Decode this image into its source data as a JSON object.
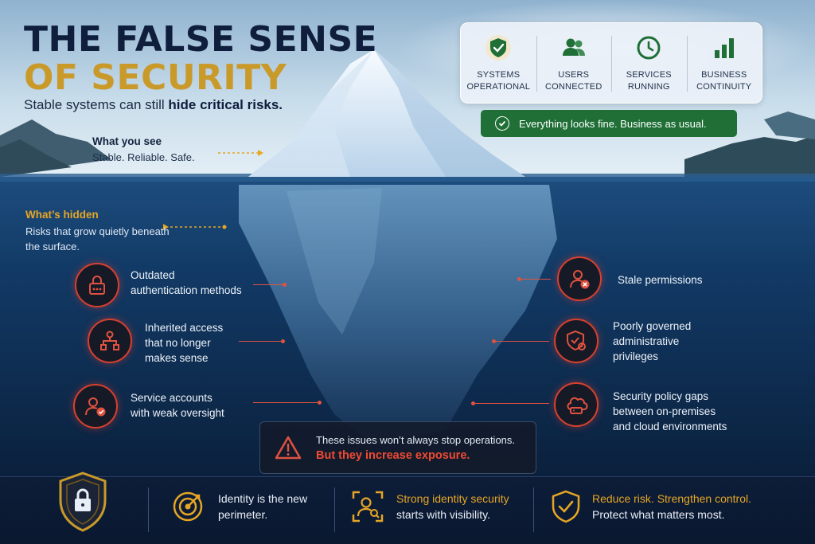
{
  "title": {
    "line1": "THE FALSE SENSE",
    "line2": "OF SECURITY"
  },
  "subtitle": {
    "plain": "Stable systems can still ",
    "bold": "hide critical risks."
  },
  "visible": {
    "heading": "What you see",
    "text": "Stable. Reliable. Safe."
  },
  "hidden": {
    "heading": "What’s hidden",
    "text": "Risks that grow quietly beneath the surface."
  },
  "status_panel": {
    "items": [
      {
        "icon": "shield-check-icon",
        "line1": "SYSTEMS",
        "line2": "OPERATIONAL"
      },
      {
        "icon": "users-icon",
        "line1": "USERS",
        "line2": "CONNECTED"
      },
      {
        "icon": "clock-icon",
        "line1": "SERVICES",
        "line2": "RUNNING"
      },
      {
        "icon": "bar-chart-icon",
        "line1": "BUSINESS",
        "line2": "CONTINUITY"
      }
    ],
    "banner": "Everything looks fine. Business as usual."
  },
  "risks_left": [
    {
      "icon": "lock-password-icon",
      "line1": "Outdated",
      "line2": "authentication methods"
    },
    {
      "icon": "hierarchy-icon",
      "line1": "Inherited access",
      "line2": "that no longer",
      "line3": "makes sense"
    },
    {
      "icon": "user-check-icon",
      "line1": "Service accounts",
      "line2": "with weak oversight"
    }
  ],
  "risks_right": [
    {
      "icon": "user-x-icon",
      "line1": "Stale permissions"
    },
    {
      "icon": "shield-gear-icon",
      "line1": "Poorly governed",
      "line2": "administrative",
      "line3": "privileges"
    },
    {
      "icon": "cloud-server-icon",
      "line1": "Security policy gaps",
      "line2": "between on-premises",
      "line3": "and cloud environments"
    }
  ],
  "warning": {
    "line1": "These issues won’t always stop operations.",
    "line2": "But they increase exposure."
  },
  "footer": [
    {
      "icon": "target-icon",
      "line1": "Identity is the new",
      "line2": "perimeter."
    },
    {
      "icon": "user-scan-icon",
      "line1": "Strong identity security",
      "line2": "starts with visibility."
    },
    {
      "icon": "shield-check-icon",
      "line1": "Reduce risk. Strengthen control.",
      "line2": "Protect what matters most."
    }
  ],
  "colors": {
    "title_dark": "#0e1e3c",
    "title_gold": "#c99a2a",
    "accent_orange": "#e6a624",
    "risk_red": "#d6402f",
    "ok_green": "#1f6f36",
    "deep_water": "#0b2340"
  }
}
